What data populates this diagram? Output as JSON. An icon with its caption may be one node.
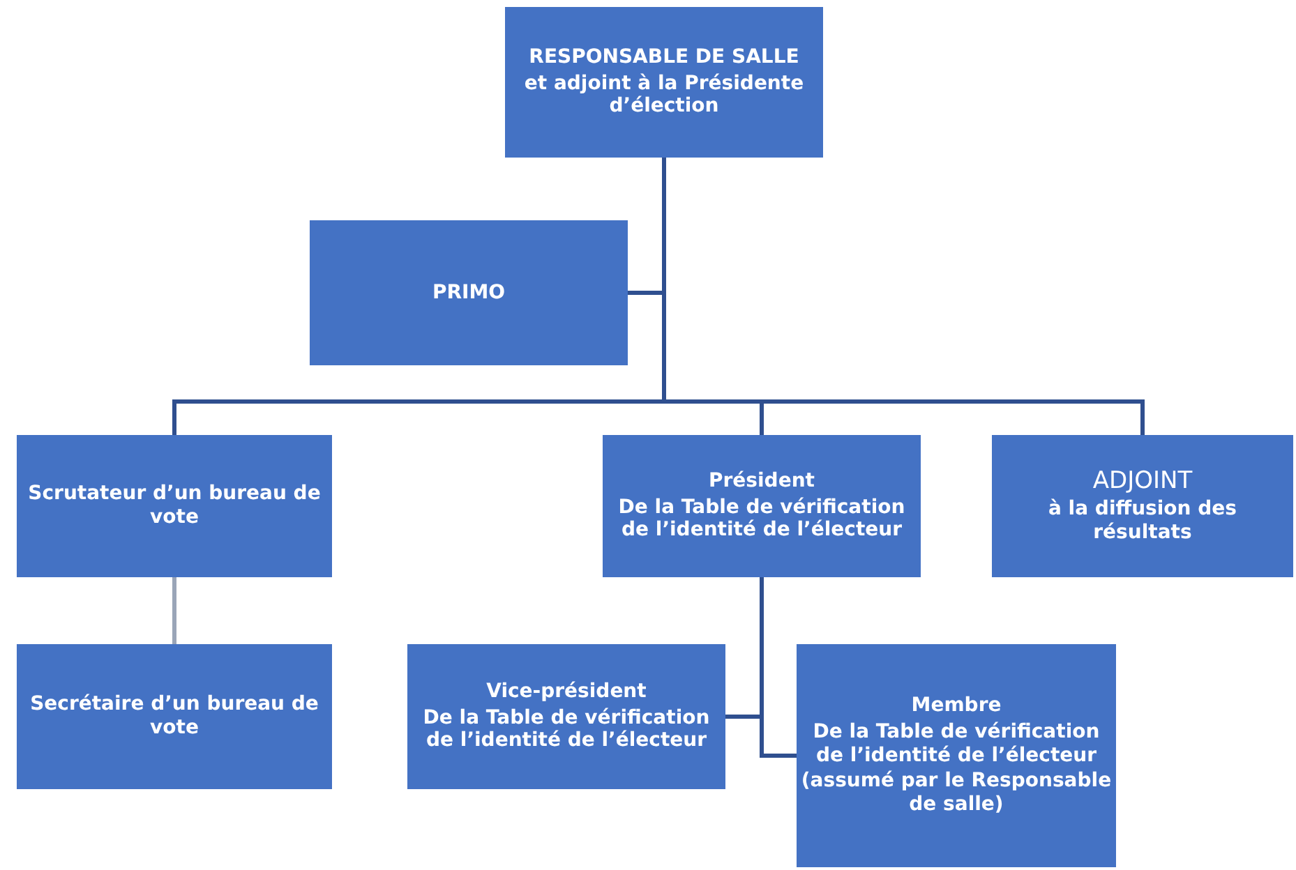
{
  "diagram": {
    "nodes": [
      {
        "text": [
          "RESPONSABLE DE SALLE",
          "et adjoint à la Présidente d’élection"
        ]
      },
      {
        "text": [
          "PRIMO"
        ]
      },
      {
        "text": [
          "Scrutateur d’un bureau de vote"
        ]
      },
      {
        "text": [
          "Président",
          "De la Table de vérification de l’identité de l’électeur"
        ]
      },
      {
        "text": [
          "ADJOINT",
          "à la diffusion des résultats"
        ]
      },
      {
        "text": [
          "Secrétaire d’un bureau de vote"
        ]
      },
      {
        "text": [
          "Vice-président",
          "De la Table de vérification de l’identité de l’électeur"
        ]
      },
      {
        "text": [
          "Membre",
          "De la Table de vérification de l’identité de l’électeur",
          "(assumé par le Responsable de salle)"
        ]
      }
    ],
    "edges": [
      {
        "from": 0,
        "to": 1,
        "arrow": "none"
      },
      {
        "from": 0,
        "to": 2,
        "arrow": "none"
      },
      {
        "from": 0,
        "to": 3,
        "arrow": "none"
      },
      {
        "from": 0,
        "to": 4,
        "arrow": "none"
      },
      {
        "from": 2,
        "to": 5,
        "arrow": "none",
        "color": "#9aa5b8"
      },
      {
        "from": 3,
        "to": 6,
        "arrow": "none"
      },
      {
        "from": 3,
        "to": 7,
        "arrow": "none"
      }
    ]
  }
}
